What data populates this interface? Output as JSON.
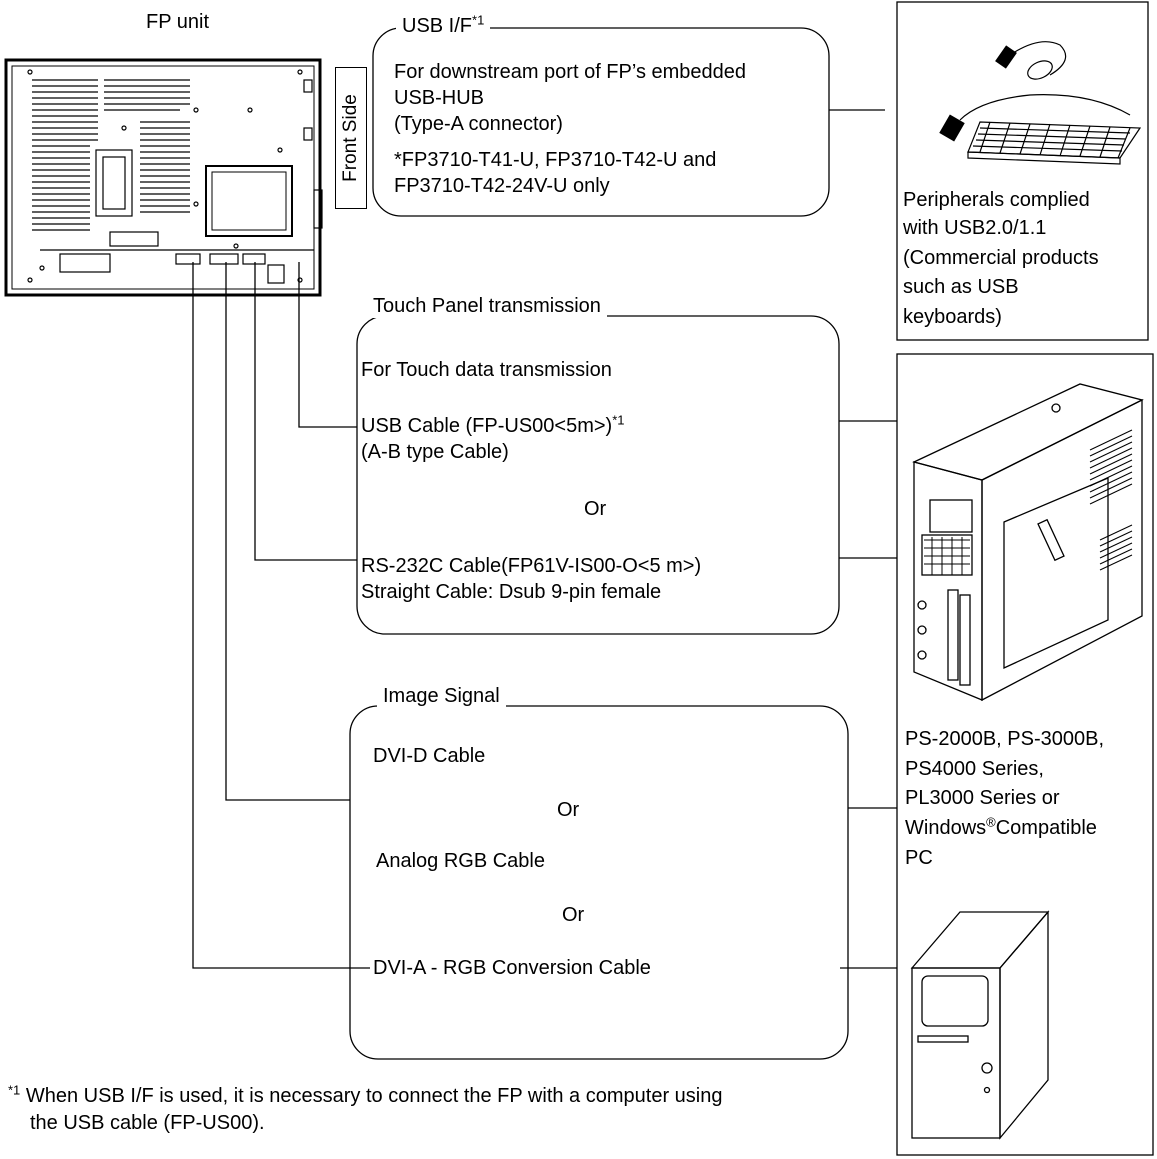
{
  "fp_unit": {
    "title": "FP unit",
    "front_side": "Front Side"
  },
  "usb_if": {
    "legend": "USB I/F",
    "legend_sup": "*1",
    "lines": [
      "For downstream port of FP’s embedded",
      "USB-HUB",
      "(Type-A connector)",
      "*FP3710-T41-U, FP3710-T42-U and",
      "FP3710-T42-24V-U only"
    ]
  },
  "peripherals": {
    "lines": [
      "Peripherals complied",
      "with USB2.0/1.1",
      "(Commercial products",
      "such as USB",
      "keyboards)"
    ]
  },
  "touch_panel": {
    "legend": "Touch Panel transmission",
    "purpose": "For Touch data transmission",
    "usb_cable": "USB Cable (FP-US00<5m>)",
    "usb_cable_sup": "*1",
    "usb_cable_type": "(A-B type Cable)",
    "or": "Or",
    "rs232_cable": "RS-232C Cable(FP61V-IS00-O<5 m>)",
    "rs232_type": "Straight Cable: Dsub 9-pin female"
  },
  "image_signal": {
    "legend": "Image Signal",
    "dvi_d": "DVI-D Cable",
    "or1": "Or",
    "analog_rgb": "Analog RGB Cable",
    "or2": "Or",
    "dvi_a": "DVI-A - RGB Conversion Cable"
  },
  "pc": {
    "line1": "PS-2000B, PS-3000B,",
    "line2": "PS4000 Series,",
    "line3": "PL3000 Series or",
    "line4_a": "Windows",
    "line4_reg": "®",
    "line4_b": "Compatible",
    "line5": "PC"
  },
  "footnote": {
    "mark": "*1",
    "line1": "When USB I/F is used, it is necessary to connect the FP with a computer using",
    "line2": "the USB cable (FP-US00)."
  }
}
